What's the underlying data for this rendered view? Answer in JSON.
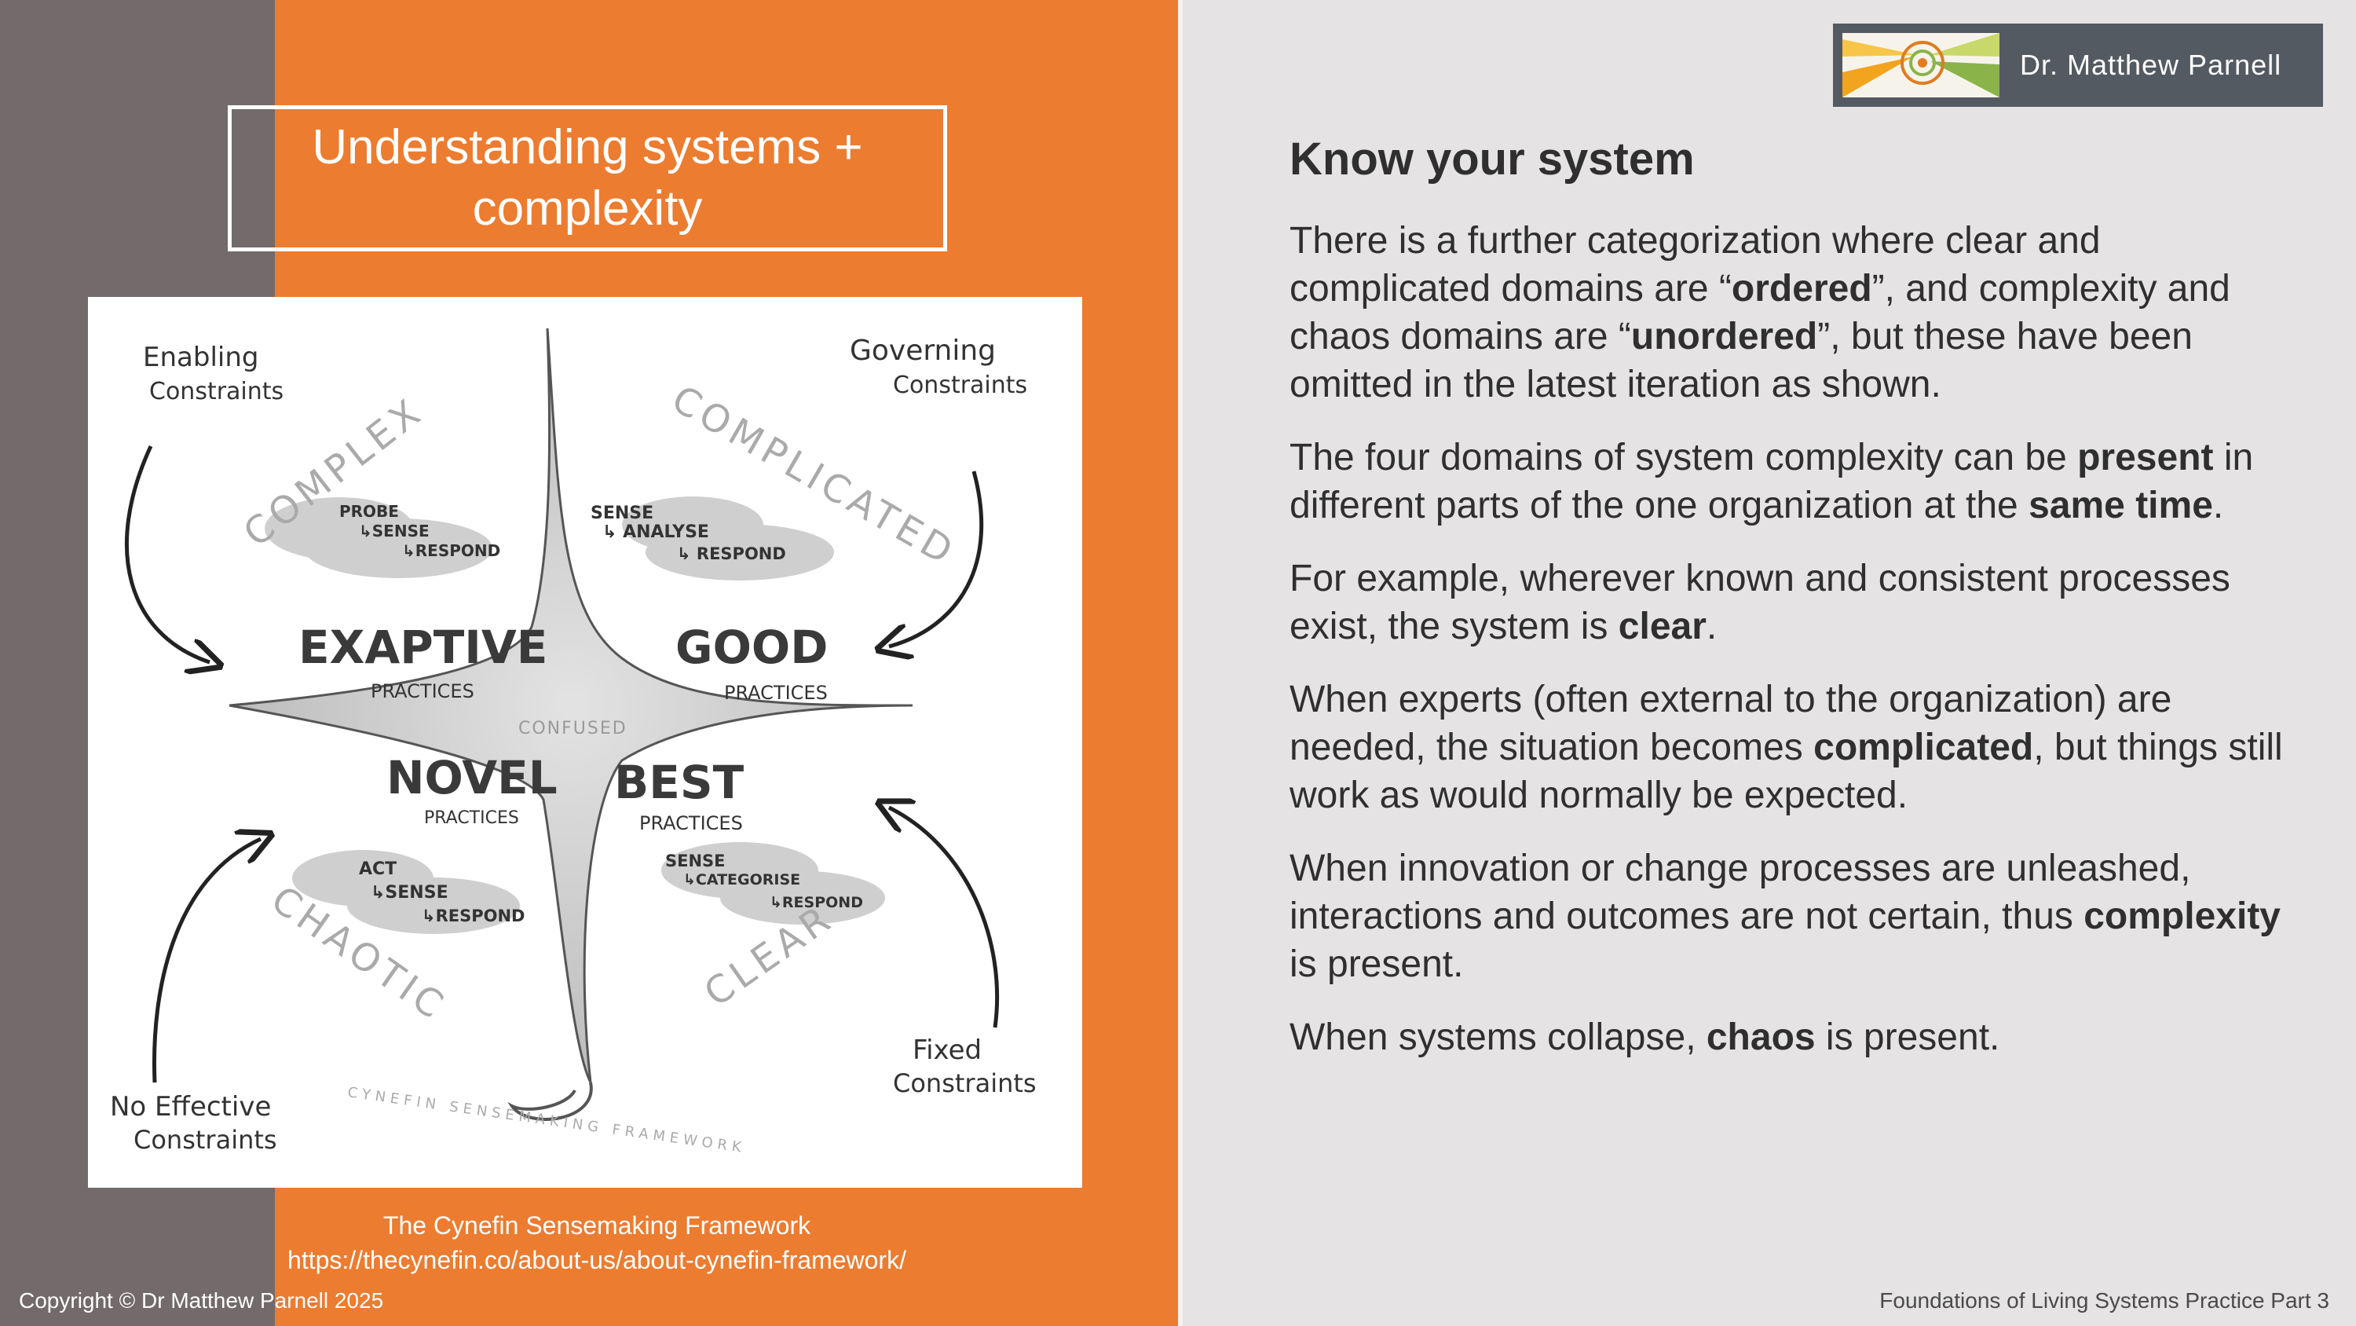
{
  "slide": {
    "title": "Understanding systems + complexity",
    "logo_text": "Dr. Matthew Parnell",
    "caption": {
      "line1": "The Cynefin Sensemaking Framework",
      "line2": "https://thecynefin.co/about-us/about-cynefin-framework/"
    },
    "copyright": "Copyright © Dr Matthew Parnell 2025",
    "footer": "Foundations of Living Systems Practice Part 3"
  },
  "diagram": {
    "enabling": [
      "Enabling",
      "Constraints"
    ],
    "governing": [
      "Governing",
      "Constraints"
    ],
    "no_effective": [
      "No Effective",
      "Constraints"
    ],
    "fixed": [
      "Fixed",
      "Constraints"
    ],
    "complex": "COMPLEX",
    "complicated": "COMPLICATED",
    "chaotic": "CHAOTIC",
    "clear": "CLEAR",
    "probe": [
      "PROBE",
      "↳SENSE",
      "↳RESPOND"
    ],
    "sense_analyse": [
      "SENSE",
      "↳ ANALYSE",
      "↳ RESPOND"
    ],
    "act": [
      "ACT",
      "↳SENSE",
      "↳RESPOND"
    ],
    "sense_categorise": [
      "SENSE",
      "↳CATEGORISE",
      "↳RESPOND"
    ],
    "exaptive": "EXAPTIVE",
    "good": "GOOD",
    "novel": "NOVEL",
    "best": "BEST",
    "practices": "PRACTICES",
    "confused": "CONFUSED",
    "framework": "CYNEFIN SENSEMAKING FRAMEWORK"
  },
  "content": {
    "heading": "Know your system",
    "p1": [
      {
        "t": "There is a further categorization where clear and complicated domains are “",
        "b": false
      },
      {
        "t": "ordered",
        "b": true
      },
      {
        "t": "”, and complexity and chaos domains are “",
        "b": false
      },
      {
        "t": "unordered",
        "b": true
      },
      {
        "t": "”, but these have been omitted in the latest iteration as shown.",
        "b": false
      }
    ],
    "p2": [
      {
        "t": "The four domains of system complexity can be ",
        "b": false
      },
      {
        "t": "present",
        "b": true
      },
      {
        "t": " in different parts of the one organization at the ",
        "b": false
      },
      {
        "t": "same time",
        "b": true
      },
      {
        "t": ".",
        "b": false
      }
    ],
    "p3": [
      {
        "t": "For example, wherever known and consistent processes exist, the system is ",
        "b": false
      },
      {
        "t": "clear",
        "b": true
      },
      {
        "t": ".",
        "b": false
      }
    ],
    "p4": [
      {
        "t": "When experts (often external to the organization) are needed, the situation becomes ",
        "b": false
      },
      {
        "t": "complicated",
        "b": true
      },
      {
        "t": ", but things still work as would normally be expected.",
        "b": false
      }
    ],
    "p5": [
      {
        "t": "When innovation or change processes are unleashed, interactions and outcomes are not certain, thus ",
        "b": false
      },
      {
        "t": "complexity",
        "b": true
      },
      {
        "t": " is present.",
        "b": false
      }
    ],
    "p6": [
      {
        "t": "When systems collapse, ",
        "b": false
      },
      {
        "t": "chaos",
        "b": true
      },
      {
        "t": " is present.",
        "b": false
      }
    ]
  },
  "colors": {
    "orange": "#ec7c30",
    "gray": "#726a6b",
    "background": "#e5e3e4",
    "logo_bg": "#545a62"
  }
}
